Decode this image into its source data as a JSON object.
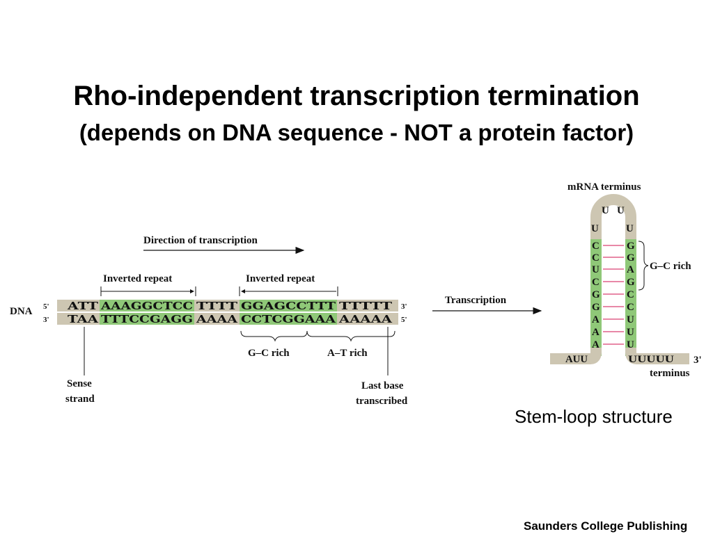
{
  "slide": {
    "title": "Rho-independent transcription termination",
    "subtitle": "(depends on DNA sequence - NOT a protein factor)",
    "caption": "Stem-loop structure",
    "publisher": "Saunders College Publishing"
  },
  "dna": {
    "label": "DNA",
    "direction_label": "Direction of transcription",
    "inverted_repeat_1": "Inverted repeat",
    "inverted_repeat_2": "Inverted repeat",
    "top_5": "5'",
    "top_3": "3'",
    "bottom_3": "3'",
    "bottom_5": "5'",
    "top_segments": [
      "ATT",
      "AAAGGCTCC",
      "TTTT",
      "GGAGCCTTT",
      "TTTTT"
    ],
    "bottom_segments": [
      "TAA",
      "TTTCCGAGG",
      "AAAA",
      "CCTCGGAAA",
      "AAAAA"
    ],
    "gc_rich": "G–C rich",
    "at_rich": "A–T rich",
    "sense_line1": "Sense",
    "sense_line2": "strand",
    "last_line1": "Last base",
    "last_line2": "transcribed"
  },
  "transcription_label": "Transcription",
  "stem_loop": {
    "mrna_terminus": "mRNA terminus",
    "loop_top": [
      "U",
      "U"
    ],
    "loop_side": [
      "U",
      "U"
    ],
    "left_stem": [
      "C",
      "C",
      "U",
      "C",
      "G",
      "G",
      "A",
      "A",
      "A"
    ],
    "right_stem": [
      "G",
      "G",
      "A",
      "G",
      "C",
      "C",
      "U",
      "U",
      "U"
    ],
    "gc_rich": "G–C rich",
    "left_tail": "AUU",
    "right_tail": "UUUUU",
    "three_prime": "3'",
    "terminus": "terminus"
  },
  "colors": {
    "strand": "#cdc6b2",
    "green": "#8fc878",
    "green_dark": "#6bb05a",
    "pair_line": "#e0608a"
  }
}
